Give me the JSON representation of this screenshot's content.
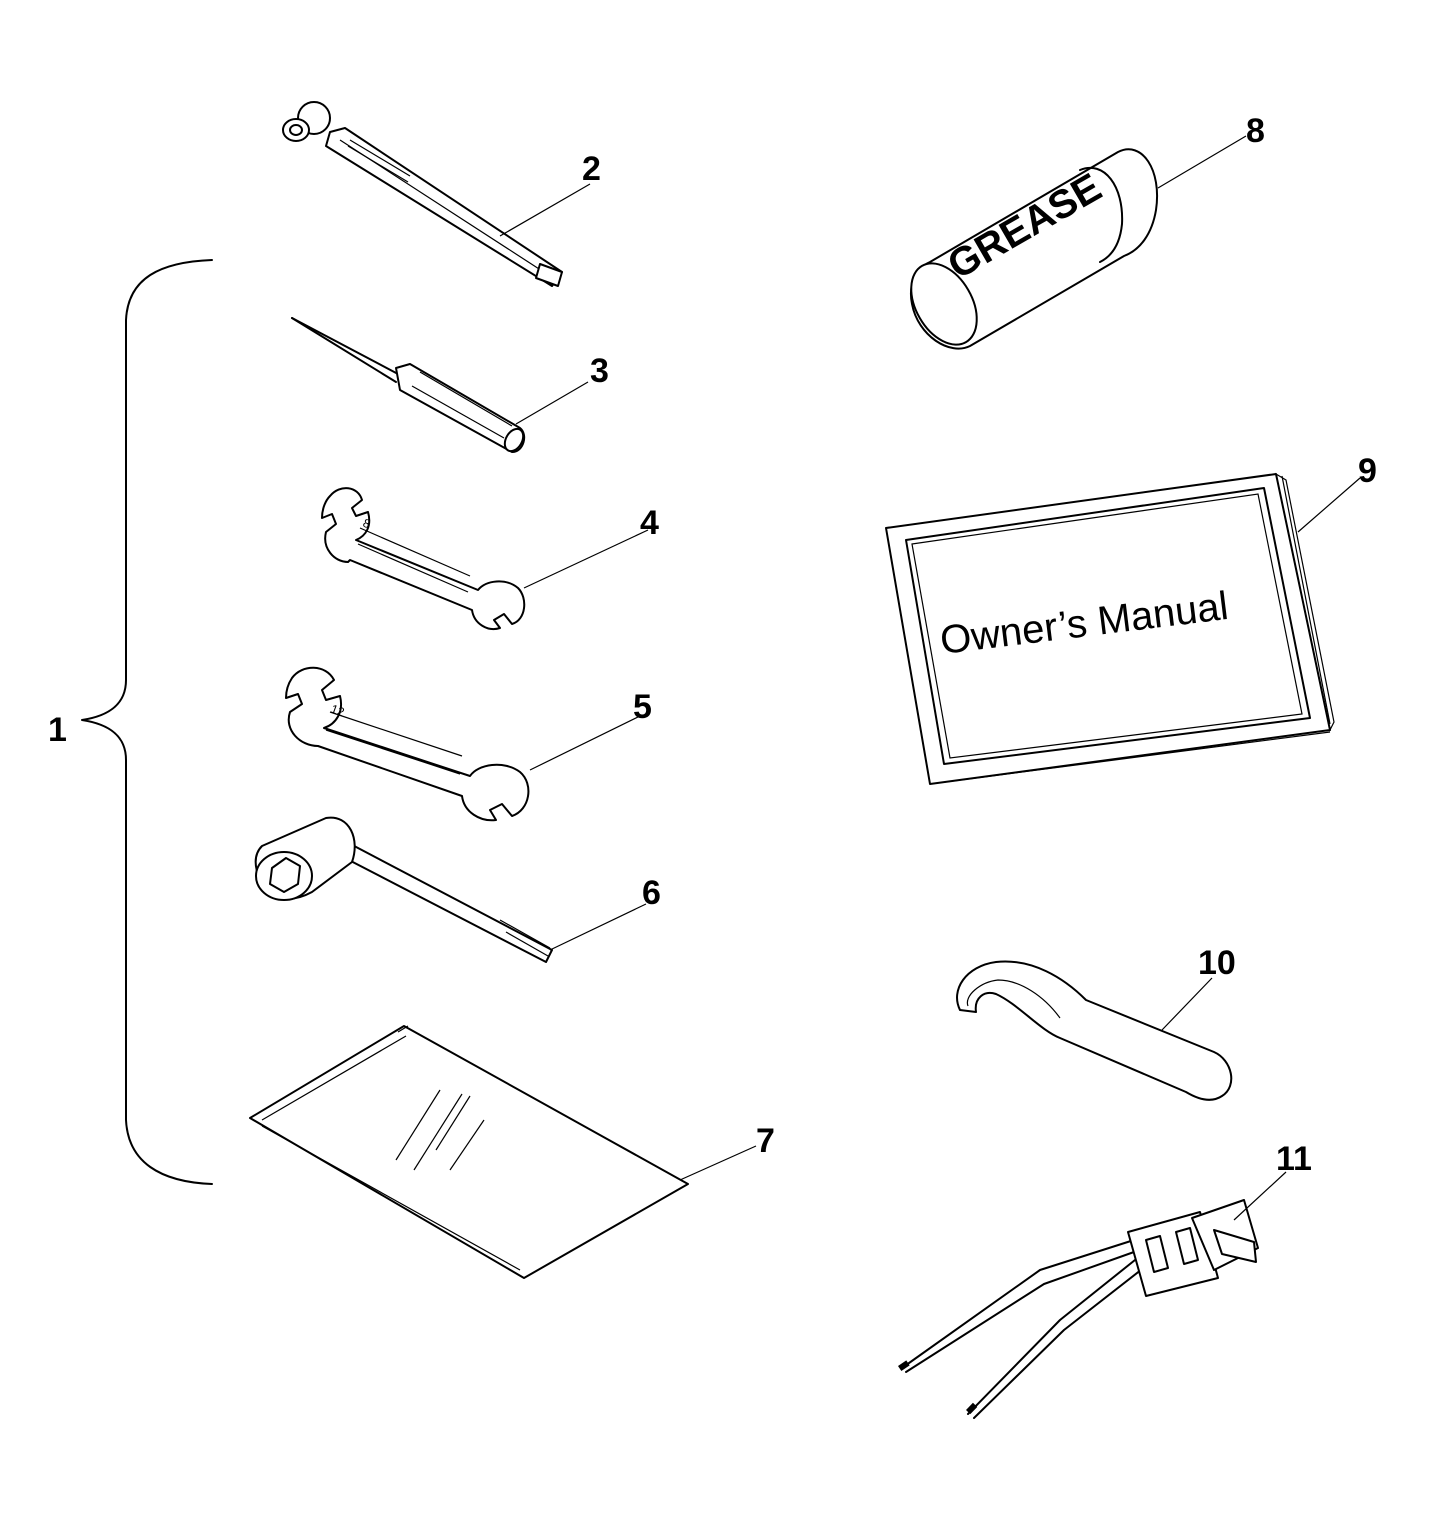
{
  "callouts": {
    "c1": "1",
    "c2": "2",
    "c3": "3",
    "c4": "4",
    "c5": "5",
    "c6": "6",
    "c7": "7",
    "c8": "8",
    "c9": "9",
    "c10": "10",
    "c11": "11"
  },
  "grease_label": "GREASE",
  "manual_label": "Owner’s Manual"
}
